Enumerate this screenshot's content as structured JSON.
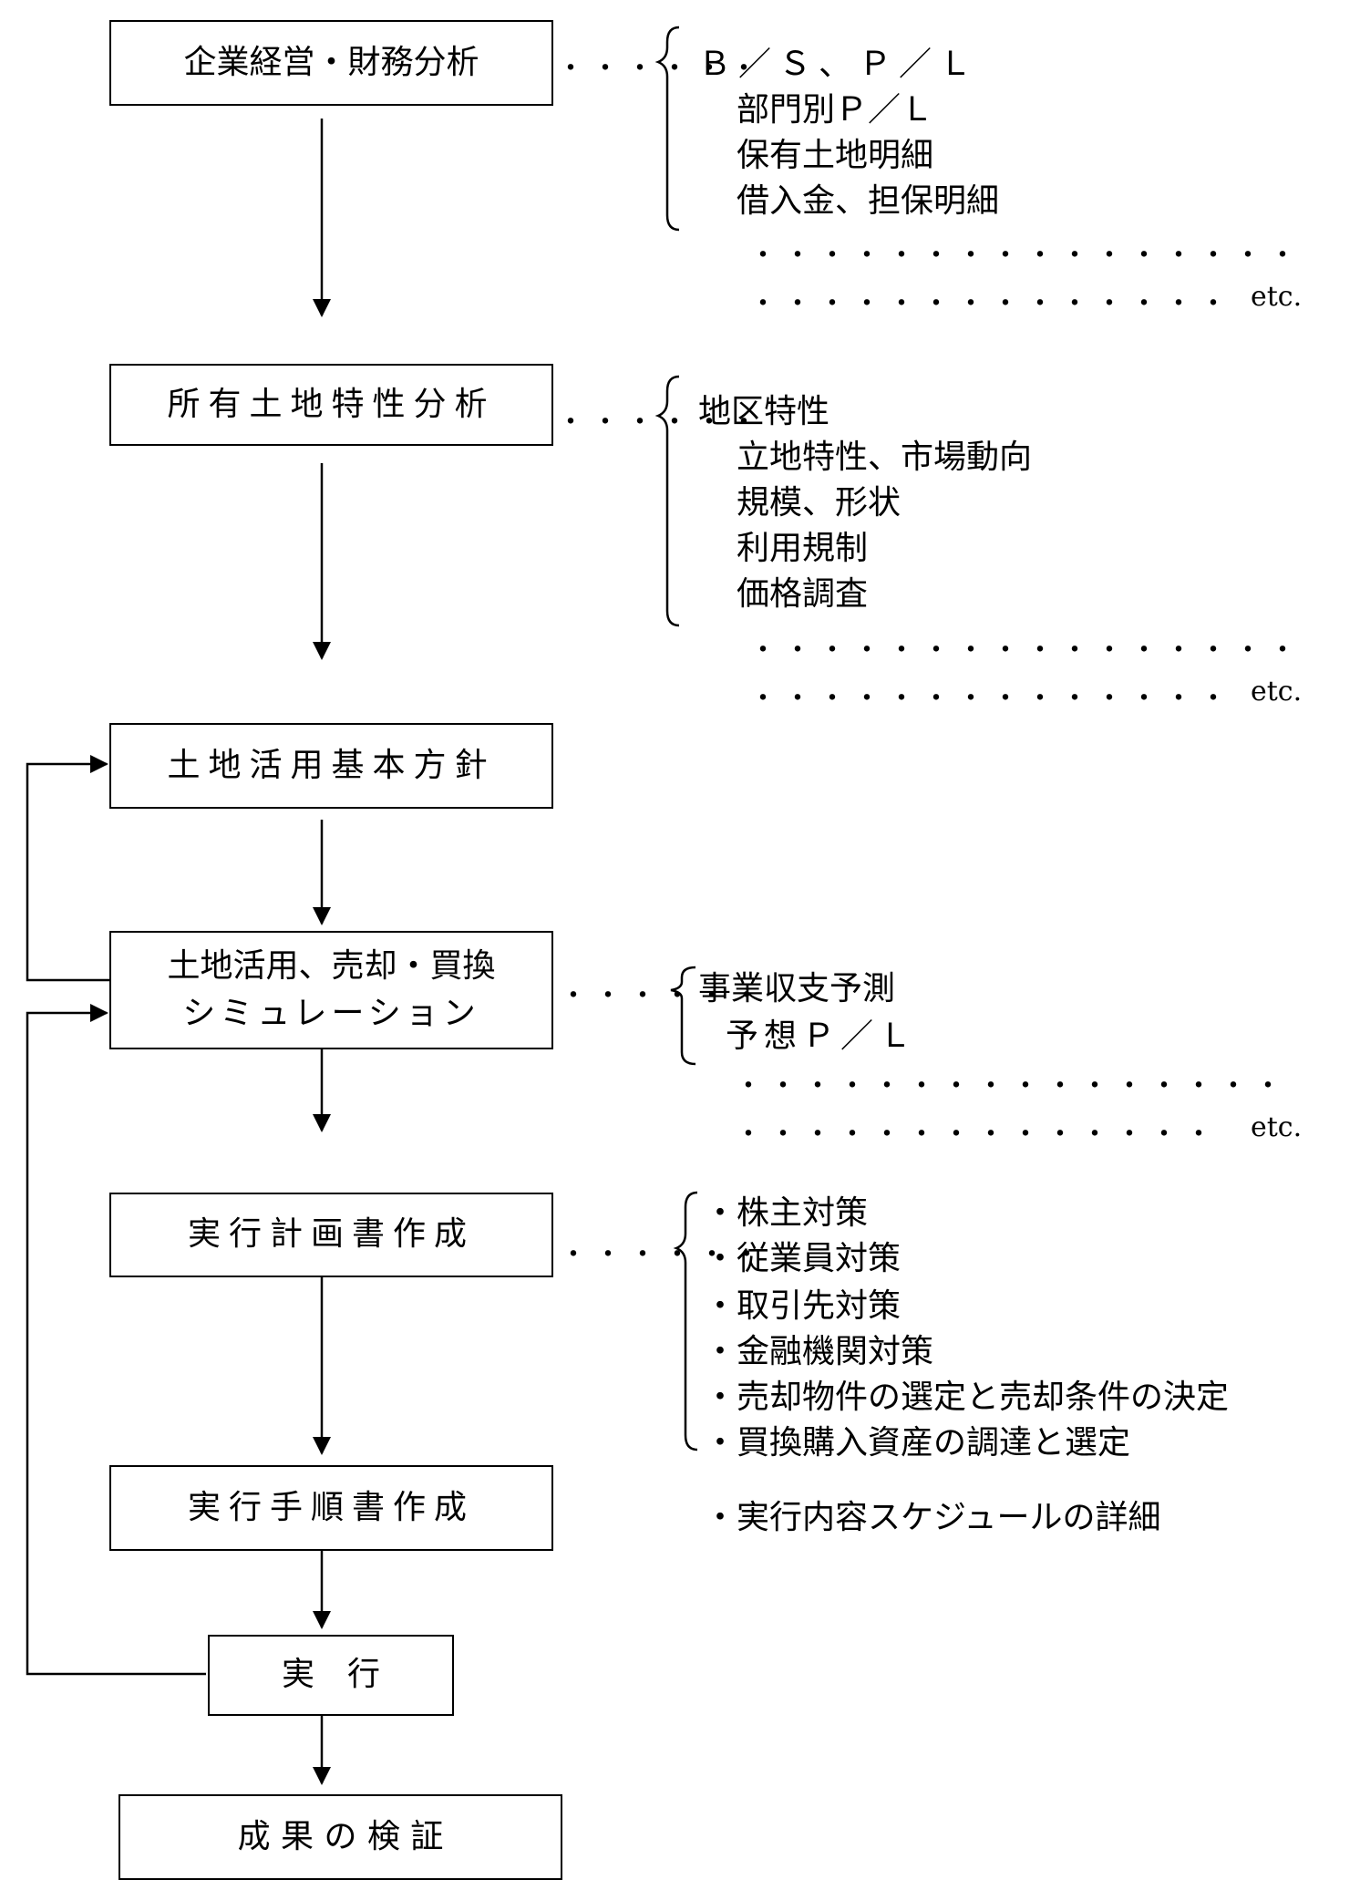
{
  "steps": {
    "analysis": "企業経営・財務分析",
    "land": "所有土地特性分析",
    "policy": "土地活用基本方針",
    "simulation_line1": "土地活用、売却・買換",
    "simulation_line2": "シミュレーション",
    "plan": "実行計画書作成",
    "procedure": "実行手順書作成",
    "execute": "実　行",
    "verify": "成 果 の 検 証"
  },
  "notes": {
    "analysis": [
      "Ｂ／Ｓ、Ｐ／Ｌ",
      "部門別Ｐ／Ｌ",
      "保有土地明細",
      "借入金、担保明細"
    ],
    "land": [
      "地区特性",
      "立地特性、市場動向",
      "規模、形状",
      "利用規制",
      "価格調査"
    ],
    "simulation": [
      "事業収支予測",
      "予想Ｐ／Ｌ"
    ],
    "plan": [
      "・株主対策",
      "・従業員対策",
      "・取引先対策",
      "・金融機関対策",
      "・売却物件の選定と売却条件の決定",
      "・買換購入資産の調達と選定"
    ],
    "procedure": "・実行内容スケジュールの詳細"
  },
  "connector_dots": "・・・・・・",
  "list_dots": "・・・・・・・・・・・・・・・・・・・・・・・・・・・・・・・",
  "etc_label": "etc."
}
